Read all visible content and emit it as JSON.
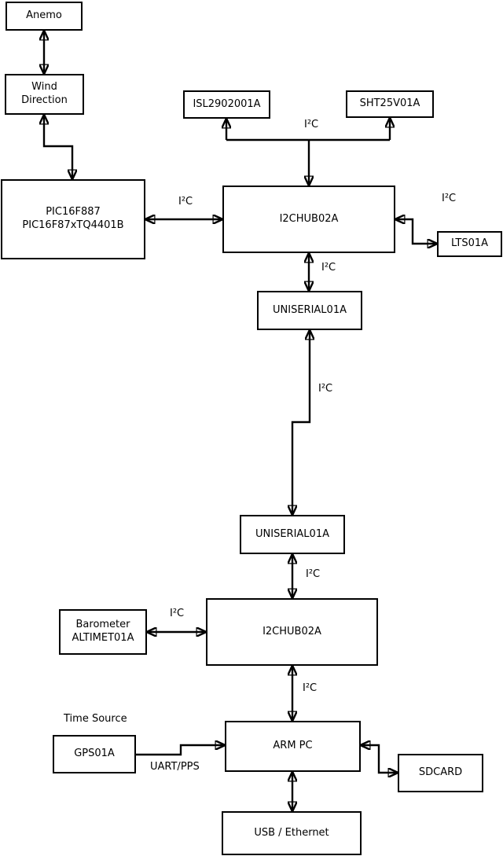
{
  "diagram": {
    "nodes": {
      "anemo": {
        "label": "Anemo"
      },
      "wind_direction": {
        "line1": "Wind",
        "line2": "Direction"
      },
      "pic": {
        "line1": "PIC16F887",
        "line2": "PIC16F87xTQ4401B"
      },
      "isl2902001a": {
        "label": "ISL2902001A"
      },
      "sht25v01a": {
        "label": "SHT25V01A"
      },
      "i2chub_top": {
        "label": "I2CHUB02A"
      },
      "lts01a": {
        "label": "LTS01A"
      },
      "uniserial_top": {
        "label": "UNISERIAL01A"
      },
      "uniserial_bottom": {
        "label": "UNISERIAL01A"
      },
      "barometer": {
        "line1": "Barometer",
        "line2": "ALTIMET01A"
      },
      "i2chub_bottom": {
        "label": "I2CHUB02A"
      },
      "arm_pc": {
        "label": "ARM PC"
      },
      "gps01a": {
        "label": "GPS01A"
      },
      "sdcard": {
        "label": "SDCARD"
      },
      "usb_ethernet": {
        "label": "USB / Ethernet"
      }
    },
    "edge_labels": {
      "i2c_sensor_branch": "I²C",
      "i2c_pic_hub": "I²C",
      "i2c_hub_lts": "I²C",
      "i2c_hub_uniserial": "I²C",
      "i2c_uniserial_link": "I²C",
      "i2c_uniserial_hub2": "I²C",
      "i2c_barometer_hub2": "I²C",
      "i2c_hub2_armpc": "I²C",
      "time_source": "Time Source",
      "uart_pps": "UART/PPS"
    },
    "colors": {
      "line": "#000000",
      "node_fill": "#ffffff",
      "text": "#000000",
      "background": "#ffffff"
    }
  }
}
